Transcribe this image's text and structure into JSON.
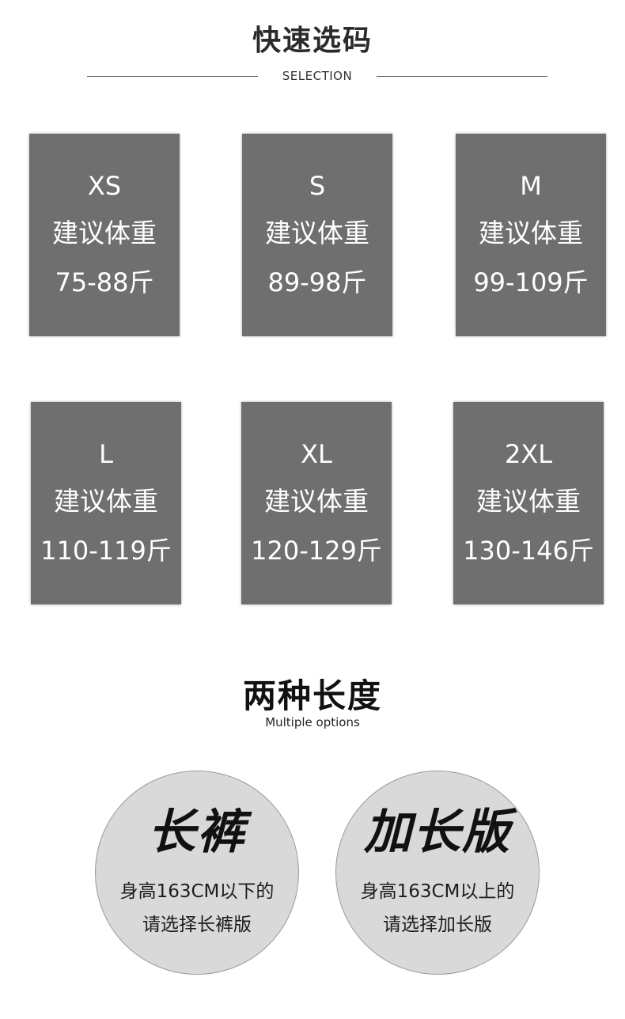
{
  "header": {
    "title": "快速选码",
    "subtitle": "SELECTION"
  },
  "sizes": [
    {
      "size": "XS",
      "label": "建议体重",
      "range": "75-88斤"
    },
    {
      "size": "S",
      "label": "建议体重",
      "range": "89-98斤"
    },
    {
      "size": "M",
      "label": "建议体重",
      "range": "99-109斤"
    },
    {
      "size": "L",
      "label": "建议体重",
      "range": "110-119斤"
    },
    {
      "size": "XL",
      "label": "建议体重",
      "range": "120-129斤"
    },
    {
      "size": "2XL",
      "label": "建议体重",
      "range": "130-146斤"
    }
  ],
  "lengths": {
    "title": "两种长度",
    "subtitle": "Multiple options",
    "options": [
      {
        "name": "长裤",
        "line1": "身高163CM以下的",
        "line2": "请选择长裤版"
      },
      {
        "name": "加长版",
        "line1": "身高163CM以上的",
        "line2": "请选择加长版"
      }
    ]
  },
  "colors": {
    "card_bg": "#6f6f6f",
    "circle_bg": "#d9d9d9"
  }
}
